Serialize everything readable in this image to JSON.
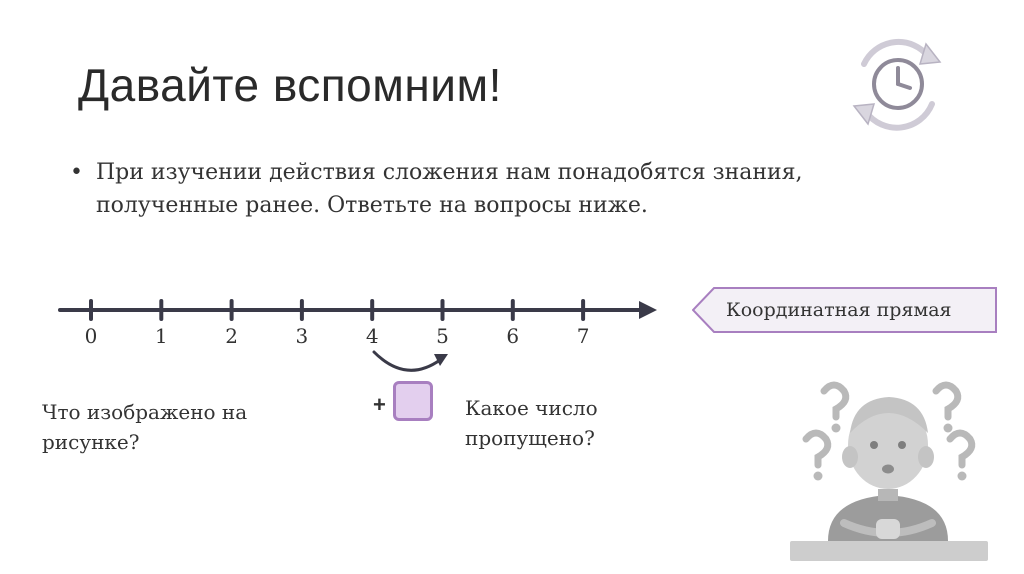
{
  "slide": {
    "title": "Давайте вспомним!",
    "bullet_marker": "•",
    "bullet_text": "При изучении действия сложения нам понадобятся знания, полученные ранее. Ответьте на вопросы ниже."
  },
  "number_line": {
    "ticks": [
      "0",
      "1",
      "2",
      "3",
      "4",
      "5",
      "6",
      "7"
    ],
    "badge_label": "Координатная прямая"
  },
  "questions": {
    "left": "Что изображено на рисунке?",
    "right": "Какое число пропущено?",
    "operator": "+"
  },
  "icons": {
    "top_right": "clock-refresh-icon",
    "bottom_right": "confused-person-icon"
  },
  "colors": {
    "line": "#3a3a48",
    "accent_border": "#a87fc0",
    "accent_fill": "#e3cfee",
    "badge_fill": "#f3f0f6"
  }
}
